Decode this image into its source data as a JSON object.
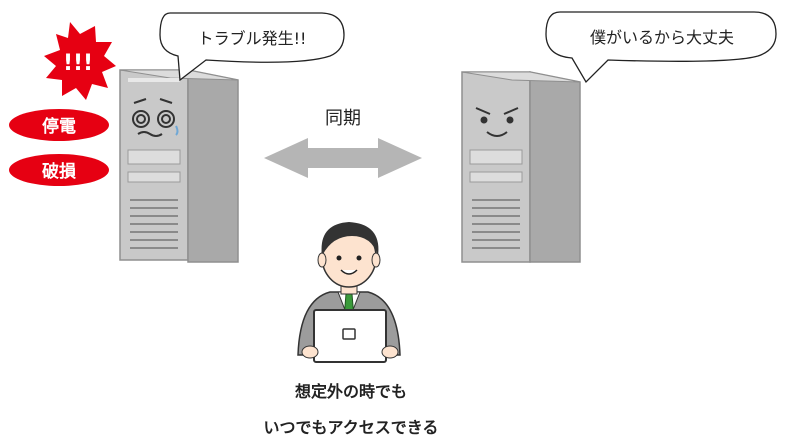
{
  "bubbles": {
    "left_text": "トラブル発生!!",
    "right_text": "僕がいるから大丈夫"
  },
  "alert": {
    "burst_text": "!!!",
    "badges": [
      "停電",
      "破損"
    ]
  },
  "sync": {
    "label": "同期"
  },
  "caption": {
    "line1": "想定外の時でも",
    "line2": "いつでもアクセスできる"
  },
  "colors": {
    "server_body": "#c9c9c9",
    "server_side": "#a9a9a9",
    "badge_red": "#e60012",
    "arrow_gray": "#b5b5b5",
    "suit_gray": "#9c9c9c",
    "tie_green": "#3a9a3a"
  }
}
